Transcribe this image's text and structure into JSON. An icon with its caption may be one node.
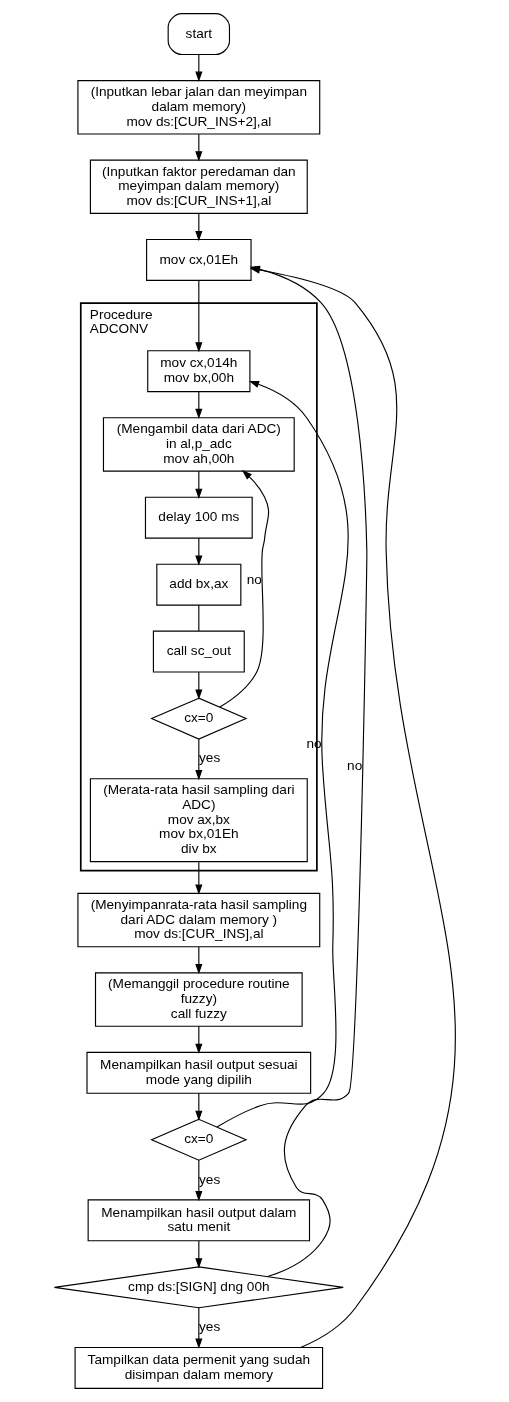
{
  "diagram": {
    "nodes": [
      {
        "text": [
          "start"
        ]
      },
      {
        "text": [
          "(Inputkan lebar jalan dan meyimpan dalam memory)",
          "mov ds:[CUR_INS+2],al"
        ]
      },
      {
        "text": [
          "(Inputkan faktor peredaman dan meyimpan dalam memory)",
          "mov ds:[CUR_INS+1],al"
        ]
      },
      {
        "text": [
          "mov cx,01Eh"
        ]
      },
      {
        "text": [
          "Procedure ADCONV"
        ]
      },
      {
        "text": [
          "mov cx,014h",
          "mov bx,00h"
        ],
        "in": 4
      },
      {
        "text": [
          "(Mengambil data dari ADC)",
          "in al,p_adc",
          "mov ah,00h"
        ],
        "in": 4
      },
      {
        "text": [
          "delay 100 ms"
        ],
        "in": 4
      },
      {
        "text": [
          "add bx,ax"
        ],
        "in": 4
      },
      {
        "text": [
          "call sc_out"
        ],
        "in": 4
      },
      {
        "text": [
          "cx=0"
        ],
        "in": 4
      },
      {
        "text": [
          "(Merata-rata hasil sampling dari ADC)",
          "mov ax,bx",
          "mov bx,01Eh",
          "div bx"
        ],
        "in": 4
      },
      {
        "text": [
          "(Menyimpanrata-rata hasil sampling dari ADC dalam memory )",
          "mov ds:[CUR_INS],al"
        ]
      },
      {
        "text": [
          "(Memanggil procedure routine fuzzy)",
          "call fuzzy"
        ]
      },
      {
        "text": [
          "Menampilkan hasil output sesuai mode yang dipilih"
        ]
      },
      {
        "text": [
          "cx=0"
        ]
      },
      {
        "text": [
          "Menampilkan hasil output dalam satu menit"
        ]
      },
      {
        "text": [
          "cmp ds:[SIGN] dng 00h"
        ]
      },
      {
        "text": [
          "Tampilkan data permenit yang sudah disimpan dalam memory"
        ]
      }
    ],
    "edges": [
      {
        "from": 0,
        "to": 1,
        "arrow": "to"
      },
      {
        "from": 1,
        "to": 2,
        "arrow": "to"
      },
      {
        "from": 2,
        "to": 3,
        "arrow": "to"
      },
      {
        "from": 3,
        "to": 5,
        "arrow": "to"
      },
      {
        "from": 5,
        "to": 6,
        "arrow": "to"
      },
      {
        "from": 6,
        "to": 7,
        "arrow": "to"
      },
      {
        "from": 7,
        "to": 8,
        "arrow": "to"
      },
      {
        "from": 8,
        "to": 9,
        "arrow": "none"
      },
      {
        "from": 9,
        "to": 10,
        "arrow": "to"
      },
      {
        "from": 10,
        "to": 6,
        "arrow": "to",
        "label": "no"
      },
      {
        "from": 10,
        "to": 11,
        "arrow": "to",
        "label": "yes"
      },
      {
        "from": 11,
        "to": 12,
        "arrow": "to"
      },
      {
        "from": 12,
        "to": 13,
        "arrow": "to"
      },
      {
        "from": 13,
        "to": 14,
        "arrow": "to"
      },
      {
        "from": 14,
        "to": 15,
        "arrow": "to"
      },
      {
        "from": 15,
        "to": 5,
        "arrow": "to",
        "label": "no"
      },
      {
        "from": 15,
        "to": 16,
        "arrow": "to",
        "label": "yes"
      },
      {
        "from": 16,
        "to": 17,
        "arrow": "to"
      },
      {
        "from": 17,
        "to": 3,
        "arrow": "to",
        "label": "no"
      },
      {
        "from": 17,
        "to": 18,
        "arrow": "to",
        "label": "yes"
      },
      {
        "from": 18,
        "to": 3,
        "arrow": "to"
      }
    ]
  }
}
